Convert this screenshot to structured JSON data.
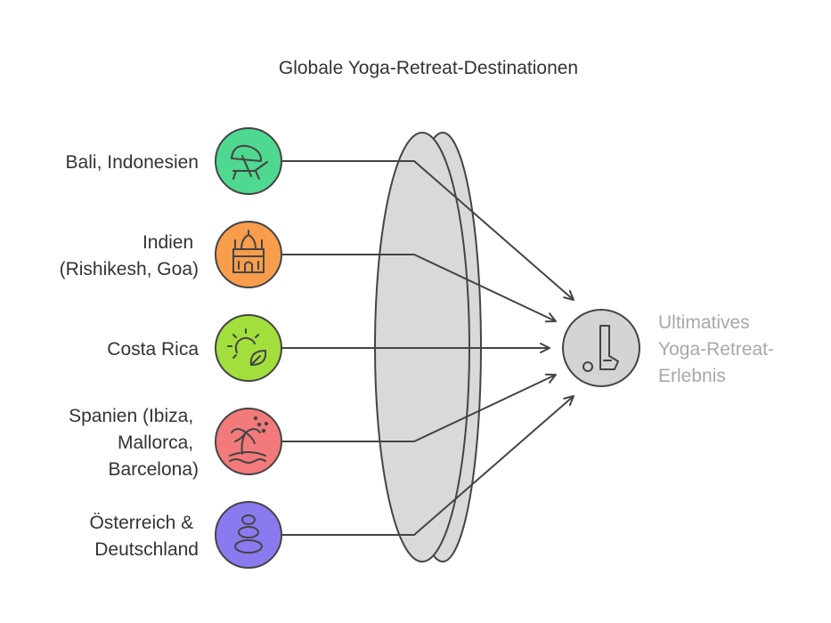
{
  "title": "Globale Yoga-Retreat-Destinationen",
  "destinations": [
    {
      "lines": [
        "Bali, Indonesien"
      ],
      "icon": "beach-umbrella-lounger-icon",
      "color": "#4fd88f"
    },
    {
      "lines": [
        "Indien",
        "(Rishikesh, Goa)"
      ],
      "icon": "temple-icon",
      "color": "#f79d4c"
    },
    {
      "lines": [
        "Costa Rica"
      ],
      "icon": "sun-leaf-icon",
      "color": "#a3df3c"
    },
    {
      "lines": [
        "Spanien (Ibiza,",
        "Mallorca,",
        "Barcelona)"
      ],
      "icon": "palm-island-icon",
      "color": "#f27a7a"
    },
    {
      "lines": [
        "Österreich &",
        "Deutschland"
      ],
      "icon": "stacked-stones-icon",
      "color": "#8a7af0"
    }
  ],
  "result": {
    "lines": [
      "Ultimatives",
      "Yoga-Retreat-",
      "Erlebnis"
    ],
    "icon": "yoga-pose-icon",
    "color": "#d4d4d4"
  },
  "lens": {
    "fill": "#d9d9d9",
    "stroke": "#444444"
  }
}
